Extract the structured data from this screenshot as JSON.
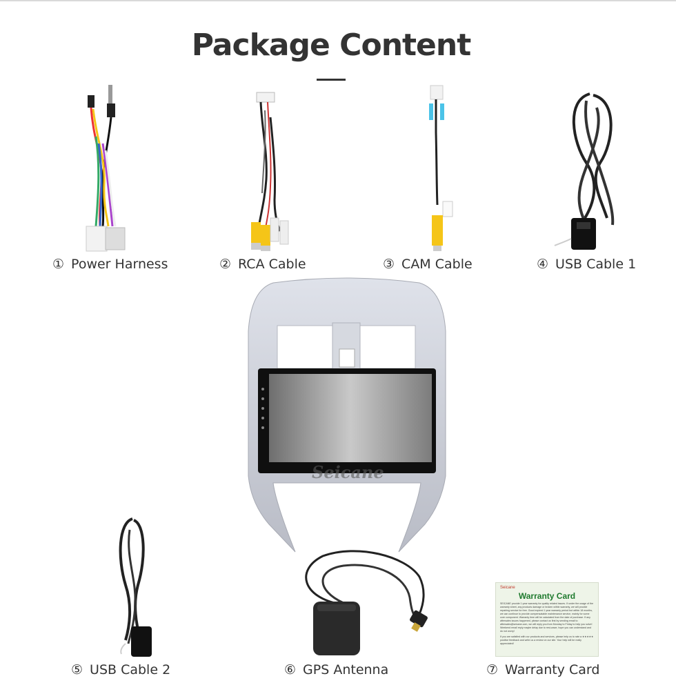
{
  "page": {
    "title": "Package Content"
  },
  "items": [
    {
      "num": "①",
      "label": "Power Harness"
    },
    {
      "num": "②",
      "label": "RCA Cable"
    },
    {
      "num": "③",
      "label": "CAM Cable"
    },
    {
      "num": "④",
      "label": "USB Cable 1"
    },
    {
      "num": "⑤",
      "label": "USB Cable 2"
    },
    {
      "num": "⑥",
      "label": "GPS Antenna"
    },
    {
      "num": "⑦",
      "label": "Warranty Card"
    }
  ],
  "head_unit": {
    "brand_watermark": "Seicane"
  },
  "warranty_card": {
    "brand": "Seicane",
    "title": "Warranty Card",
    "body": "SEICANE provide 1 year warranty for quality related issues. If under the usage of the warranty sheet, any products damage or broken within warranty, we will provide repairing service for free. Good expired 1 year warranty period but within 18 months, we can continue to provide compensatable maintenance service, mainly for some core component. Warranty time will be calculated from the date of purchase. If any aftersales issues happened, please contact us first by sending email to aftersales@seicane.com, we will reply you from Monday to Friday to help you solve! Weekend email reply maybe delay due to rest-wave, hope you can understand and do not worry!",
    "footer": "If you are satisfied with our products and services, please help us to rate a ★★★★★ positive feedback and write us a review on our site. Your help will be really appreciated!"
  }
}
